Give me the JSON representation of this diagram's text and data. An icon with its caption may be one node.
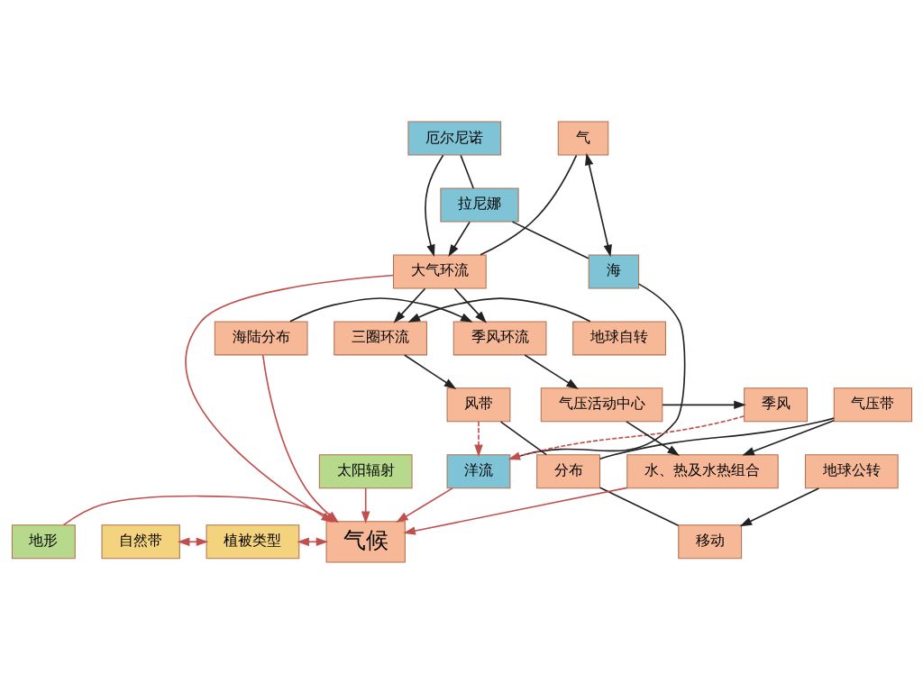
{
  "diagram": {
    "nodes": [
      {
        "text": [
          "厄尔尼诺"
        ]
      },
      {
        "text": [
          "拉尼娜"
        ]
      },
      {
        "text": [
          "海"
        ]
      },
      {
        "text": [
          "洋流"
        ]
      },
      {
        "text": [
          "气"
        ]
      },
      {
        "text": [
          "大气环流"
        ]
      },
      {
        "text": [
          "海陆分布"
        ]
      },
      {
        "text": [
          "季风环流"
        ]
      },
      {
        "text": [
          "三圈环流"
        ]
      },
      {
        "text": [
          "地球自转"
        ]
      },
      {
        "text": [
          "季风"
        ]
      },
      {
        "text": [
          "气压活动中心"
        ]
      },
      {
        "text": [
          "风带"
        ]
      },
      {
        "text": [
          "气压带"
        ]
      },
      {
        "text": [
          "分布"
        ]
      },
      {
        "text": [
          "移动"
        ]
      },
      {
        "text": [
          "地球公转"
        ]
      },
      {
        "text": [
          "水、热及水热组合"
        ]
      },
      {
        "text": [
          "太阳辐射"
        ]
      },
      {
        "text": [
          "自然带"
        ]
      },
      {
        "text": [
          "植被类型"
        ]
      },
      {
        "text": [
          "气候"
        ]
      },
      {
        "text": [
          "地形"
        ]
      }
    ],
    "edges": [
      {
        "from": 0,
        "to": 1,
        "arrow": "none"
      },
      {
        "from": 1,
        "to": 2,
        "arrow": "none"
      },
      {
        "from": 2,
        "to": 3,
        "arrow": "none"
      },
      {
        "from": 0,
        "to": 5,
        "arrow": "to"
      },
      {
        "from": 1,
        "to": 5,
        "arrow": "to"
      },
      {
        "from": 2,
        "to": 4,
        "arrow": "both"
      },
      {
        "from": 4,
        "to": 5,
        "arrow": "none"
      },
      {
        "from": 5,
        "to": 7,
        "arrow": "to"
      },
      {
        "from": 5,
        "to": 8,
        "arrow": "to"
      },
      {
        "from": 6,
        "to": 7,
        "arrow": "to"
      },
      {
        "from": 9,
        "to": 8,
        "arrow": "to"
      },
      {
        "from": 7,
        "to": 11,
        "arrow": "to"
      },
      {
        "from": 8,
        "to": 12,
        "arrow": "to"
      },
      {
        "from": 11,
        "to": 10,
        "arrow": "to"
      },
      {
        "from": 10,
        "to": 3,
        "arrow": "to",
        "style": "dashed",
        "color": "#c0504d"
      },
      {
        "from": 12,
        "to": 3,
        "arrow": "to",
        "style": "dashed",
        "color": "#c0504d"
      },
      {
        "from": 12,
        "to": 14,
        "arrow": "none"
      },
      {
        "from": 13,
        "to": 14,
        "arrow": "none"
      },
      {
        "from": 14,
        "to": 15,
        "arrow": "none"
      },
      {
        "from": 16,
        "to": 15,
        "arrow": "to"
      },
      {
        "from": 11,
        "to": 17,
        "arrow": "to"
      },
      {
        "from": 13,
        "to": 17,
        "arrow": "to"
      },
      {
        "from": 17,
        "to": 21,
        "arrow": "to",
        "color": "#c0504d"
      },
      {
        "from": 3,
        "to": 21,
        "arrow": "to",
        "color": "#c0504d"
      },
      {
        "from": 6,
        "to": 21,
        "arrow": "to",
        "color": "#c0504d"
      },
      {
        "from": 5,
        "to": 21,
        "arrow": "to",
        "color": "#c0504d"
      },
      {
        "from": 18,
        "to": 21,
        "arrow": "to",
        "color": "#c0504d"
      },
      {
        "from": 22,
        "to": 21,
        "arrow": "to",
        "color": "#c0504d"
      },
      {
        "from": 20,
        "to": 21,
        "arrow": "both",
        "color": "#c0504d"
      },
      {
        "from": 19,
        "to": 20,
        "arrow": "both",
        "color": "#c0504d"
      }
    ]
  }
}
